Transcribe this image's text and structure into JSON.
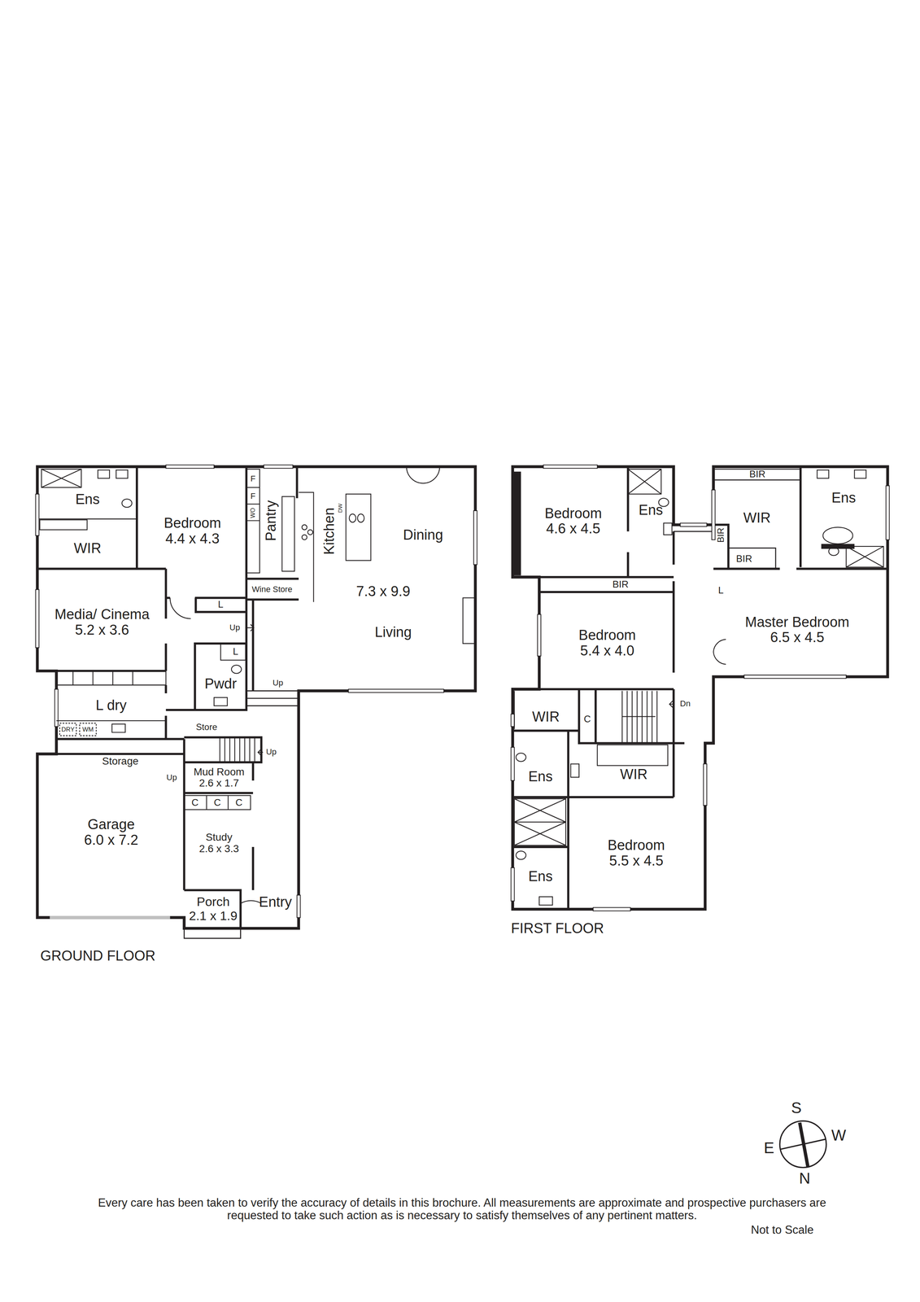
{
  "diagram": {
    "nodes": [
      {
        "text": [
          "Ens"
        ]
      },
      {
        "text": [
          "WIR"
        ]
      },
      {
        "text": [
          "Bedroom",
          "4.4 x 4.3"
        ]
      },
      {
        "text": [
          "Media/ Cinema",
          "5.2 x 3.6"
        ]
      },
      {
        "text": [
          "Pantry"
        ]
      },
      {
        "text": [
          "Kitchen",
          "Dining",
          "7.3 x 9.9",
          "Living"
        ]
      },
      {
        "text": [
          "Wine Store"
        ]
      },
      {
        "text": [
          "Pwdr"
        ]
      },
      {
        "text": [
          "L dry"
        ]
      },
      {
        "text": [
          "Store"
        ]
      },
      {
        "text": [
          "Storage"
        ]
      },
      {
        "text": [
          "Garage",
          "6.0 x 7.2"
        ]
      },
      {
        "text": [
          "Mud Room",
          "2.6 x 1.7"
        ]
      },
      {
        "text": [
          "Study",
          "2.6 x 3.3"
        ]
      },
      {
        "text": [
          "Porch",
          "2.1 x 1.9"
        ]
      },
      {
        "text": [
          "Entry"
        ]
      },
      {
        "text": [
          "Bedroom",
          "4.6 x 4.5"
        ]
      },
      {
        "text": [
          "Ens"
        ]
      },
      {
        "text": [
          "WIR"
        ]
      },
      {
        "text": [
          "Ens"
        ]
      },
      {
        "text": [
          "Master Bedroom",
          "6.5 x 4.5"
        ]
      },
      {
        "text": [
          "Bedroom",
          "5.4 x 4.0"
        ]
      },
      {
        "text": [
          "WIR"
        ]
      },
      {
        "text": [
          "Ens"
        ]
      },
      {
        "text": [
          "WIR"
        ]
      },
      {
        "text": [
          "Bedroom",
          "5.5 x 4.5"
        ]
      },
      {
        "text": [
          "Ens"
        ]
      }
    ],
    "labels": [
      "F",
      "F",
      "WO",
      "DW",
      "L",
      "Up",
      "L",
      "Up",
      "DRY",
      "WM",
      "Up",
      "Up",
      "C",
      "C",
      "C",
      "GROUND FLOOR",
      "BIR",
      "BIR",
      "BIR",
      "L",
      "BIR",
      "C",
      "Dn",
      "FIRST FLOOR",
      "S",
      "W",
      "E",
      "N",
      "Every care has been taken to verify the accuracy of details in this brochure. All measurements are approximate and prospective purchasers are requested to take such action as is necessary to satisfy themselves of any pertinent matters.",
      "Not to Scale"
    ]
  }
}
